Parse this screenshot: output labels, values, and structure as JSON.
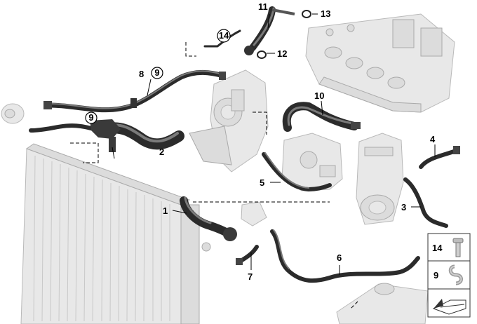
{
  "parts": {
    "p1": "1",
    "p2": "2",
    "p3": "3",
    "p4": "4",
    "p5": "5",
    "p6": "6",
    "p7": "7",
    "p8": "8",
    "p9a": "9",
    "p9b": "9",
    "p10": "10",
    "p11": "11",
    "p12": "12",
    "p13": "13",
    "p14": "14"
  },
  "legend": {
    "item14": "14",
    "item9": "9"
  }
}
